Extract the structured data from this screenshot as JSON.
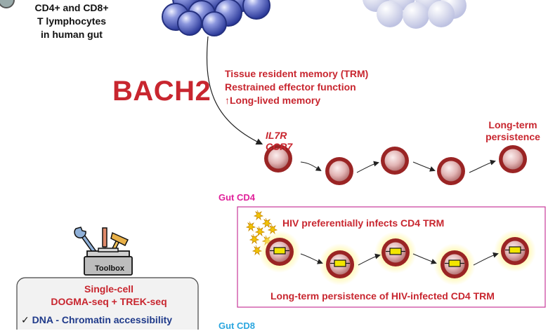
{
  "top_left_label": [
    "CD4+ and CD8+",
    "T lymphocytes",
    "in human gut"
  ],
  "bach2_label": "BACH2",
  "trm_features": [
    "Tissue resident memory (TRM)",
    "Restrained effector function",
    "↑Long-lived memory"
  ],
  "gene_labels": [
    "IL7R",
    "CCR7"
  ],
  "persistence_label": [
    "Long-term",
    "persistence"
  ],
  "gut_cd4": {
    "heading": "Gut CD4",
    "infection_text": "HIV preferentially infects CD4 TRM",
    "persistence_text": "Long-term persistence of HIV-infected CD4 TRM"
  },
  "gut_cd8_heading": "Gut CD8",
  "toolbox": {
    "label": "Toolbox",
    "title": [
      "Single-cell",
      "DOGMA-seq + TREK-seq"
    ],
    "items": [
      {
        "check": "✓",
        "text": "DNA - Chromatin accessibility"
      }
    ]
  },
  "colors": {
    "accent_red": "#c8262f",
    "cd4_magenta": "#e0209a",
    "cd8_cyan": "#2aa6df",
    "lymphocyte_blue": "#3a4aa8",
    "faded_lymphocyte": "#c3c7e6",
    "cell_body": "#e8c0c0",
    "cell_border": "#8b1a1a",
    "provirus_yellow": "#f2e600"
  },
  "icons": [
    "t-cell-cluster",
    "faded-t-cell-cluster",
    "memory-t-cell",
    "hiv-virion",
    "provirus",
    "toolbox-icon",
    "check-mark"
  ]
}
